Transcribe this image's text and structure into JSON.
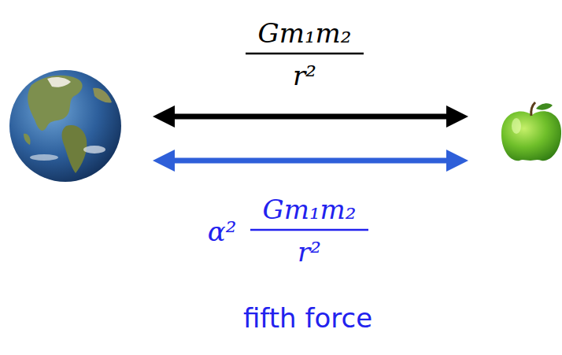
{
  "diagram": {
    "labels": [
      "Gm₁m₂",
      "r²",
      "α²",
      "Gm₁m₂",
      "r²",
      "fifth force"
    ]
  }
}
